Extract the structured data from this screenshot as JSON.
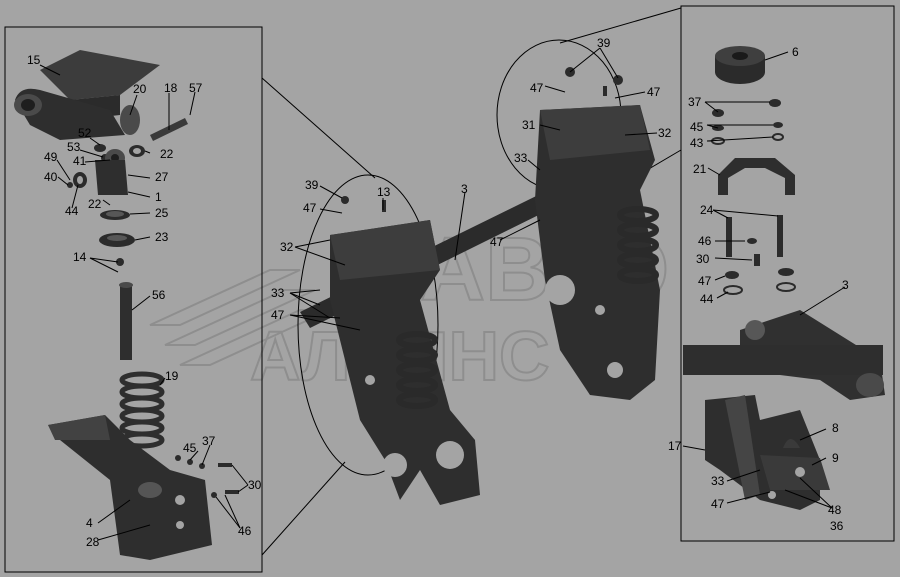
{
  "watermark": {
    "line1": "АВТО",
    "line2": "АЛЬЯНС"
  },
  "callouts": {
    "left_panel": [
      "15",
      "20",
      "18",
      "57",
      "52",
      "53",
      "22",
      "49",
      "41",
      "27",
      "40",
      "1",
      "44",
      "22",
      "25",
      "23",
      "14",
      "56",
      "19",
      "45",
      "37",
      "30",
      "4",
      "28",
      "46"
    ],
    "center": [
      "39",
      "13",
      "47",
      "32",
      "3",
      "33",
      "47"
    ],
    "center_right": [
      "39",
      "47",
      "47",
      "31",
      "32",
      "33",
      "47"
    ],
    "right_panel": [
      "6",
      "37",
      "45",
      "43",
      "21",
      "24",
      "46",
      "30",
      "47",
      "44",
      "3",
      "17",
      "8",
      "9",
      "33",
      "47",
      "48",
      "36"
    ]
  },
  "colors": {
    "background": "#a4a4a4",
    "part_dark": "#2b2b2b",
    "part_mid": "#3c3c3c",
    "part_light": "#575757",
    "frame_line": "#000000",
    "watermark": "#8e8e8e"
  }
}
